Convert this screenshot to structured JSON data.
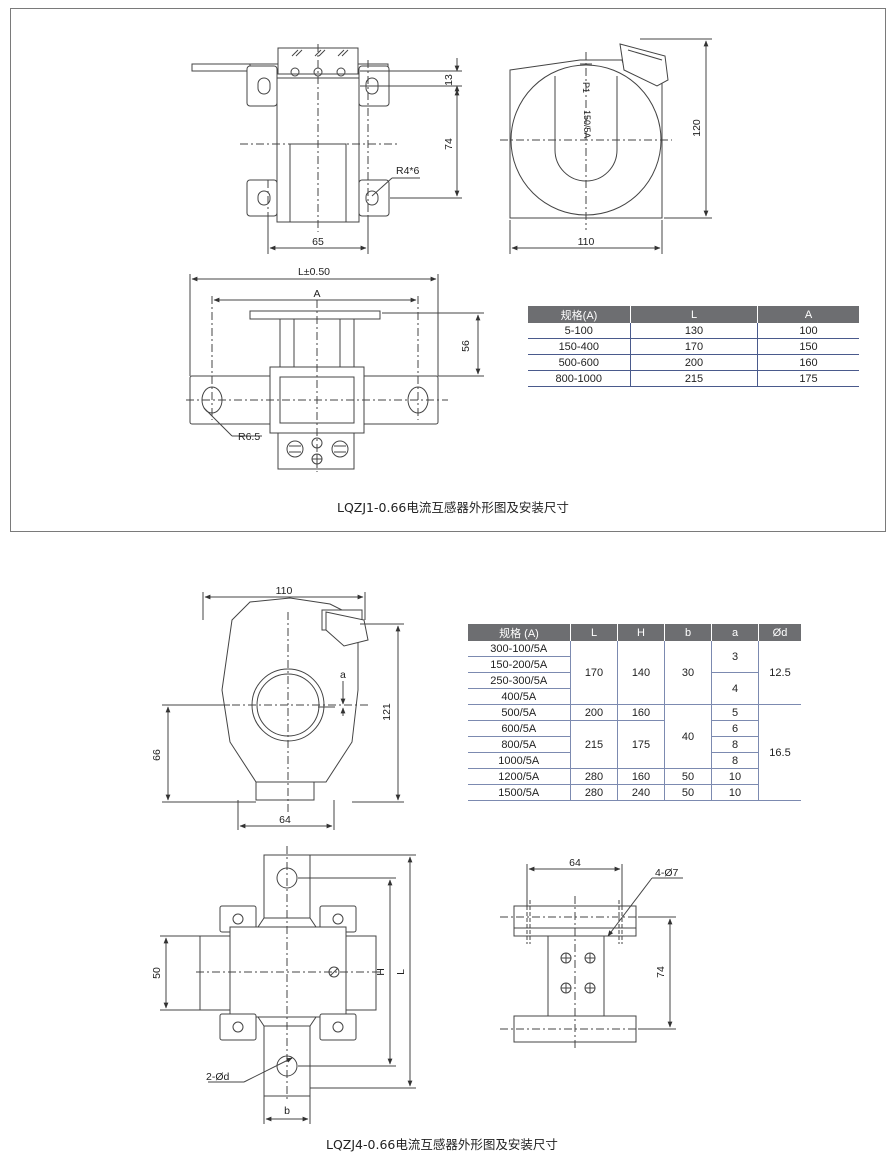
{
  "top": {
    "caption": "LQZJ1-0.66电流互感器外形图及安装尺寸",
    "dims": {
      "d13": "13",
      "d74": "74",
      "d65": "65",
      "r46": "R4*6",
      "d120": "120",
      "d110": "110",
      "label_p1": "P1",
      "label_ratio": "150/5A",
      "dl": "L±0.50",
      "da": "A",
      "d56": "56",
      "r65": "R6.5"
    },
    "table": {
      "headers": [
        "规格(A)",
        "L",
        "A"
      ],
      "rows": [
        [
          "5-100",
          "130",
          "100"
        ],
        [
          "150-400",
          "170",
          "150"
        ],
        [
          "500-600",
          "200",
          "160"
        ],
        [
          "800-1000",
          "215",
          "175"
        ]
      ]
    }
  },
  "bottom": {
    "caption": "LQZJ4-0.66电流互感器外形图及安装尺寸",
    "dims": {
      "d110": "110",
      "da": "a",
      "d121": "121",
      "d66": "66",
      "d64": "64",
      "d50": "50",
      "dh": "H",
      "dl": "L",
      "d2od": "2-Ød",
      "db": "b",
      "d64b": "64",
      "d4o7": "4-Ø7",
      "d74": "74"
    },
    "table": {
      "headers": [
        "规格 (A)",
        "L",
        "H",
        "b",
        "a",
        "Ød"
      ],
      "specs": [
        "300-100/5A",
        "150-200/5A",
        "250-300/5A",
        "400/5A",
        "500/5A",
        "600/5A",
        "800/5A",
        "1000/5A",
        "1200/5A",
        "1500/5A"
      ],
      "merged": {
        "g1_L": "170",
        "g1_H": "140",
        "g1_b": "30",
        "g1_a1": "3",
        "g1_a2": "4",
        "g1_d": "12.5",
        "r5_L": "200",
        "r5_H": "160",
        "g2_b": "40",
        "r5_a": "5",
        "g2_L": "215",
        "g2_H": "175",
        "r6_a": "6",
        "r7_a": "8",
        "r8_a": "8",
        "g2_d": "16.5",
        "r9_L": "280",
        "r9_H": "160",
        "r9_b": "50",
        "r9_a": "10",
        "r10_L": "280",
        "r10_H": "240",
        "r10_b": "50",
        "r10_a": "10"
      }
    }
  }
}
